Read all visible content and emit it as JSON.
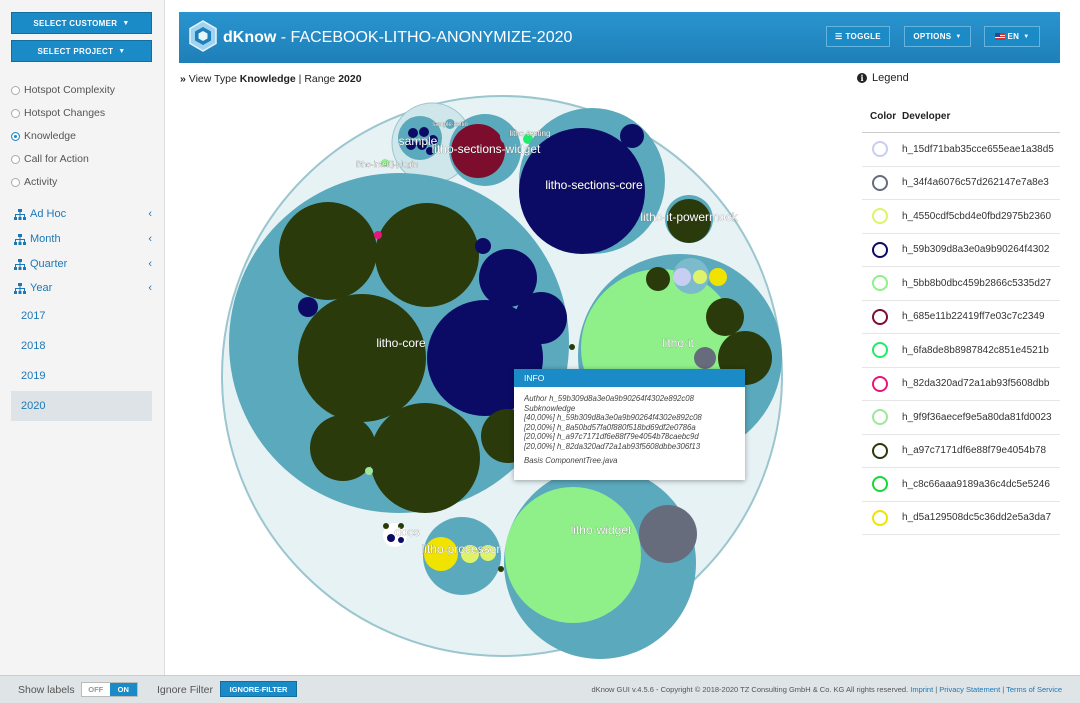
{
  "sidebar": {
    "select_customer": "SELECT CUSTOMER",
    "select_project": "SELECT PROJECT",
    "radios": [
      {
        "label": "Hotspot Complexity",
        "checked": false
      },
      {
        "label": "Hotspot Changes",
        "checked": false
      },
      {
        "label": "Knowledge",
        "checked": true
      },
      {
        "label": "Call for Action",
        "checked": false
      },
      {
        "label": "Activity",
        "checked": false
      }
    ],
    "nav": [
      {
        "label": "Ad Hoc"
      },
      {
        "label": "Month"
      },
      {
        "label": "Quarter"
      },
      {
        "label": "Year"
      }
    ],
    "years": [
      "2017",
      "2018",
      "2019",
      "2020"
    ],
    "active_year": "2020"
  },
  "header": {
    "brand": "dKnow",
    "project": " - FACEBOOK-LITHO-ANONYMIZE-2020",
    "toggle": "TOGGLE",
    "options": "OPTIONS",
    "language": "EN"
  },
  "view": {
    "prefix": "View Type ",
    "type": "Knowledge",
    "separator": " | Range ",
    "range": "2020"
  },
  "bubbles": {
    "labels": {
      "sample": "sample",
      "sections_widget": "litho-sections-widget",
      "sections_core": "litho-sections-core",
      "it_powermock": "litho-it-powermock",
      "intellij_plugin": "litho-intellij-plugin",
      "sample_kotlin": "sample-kotlin",
      "testing": "litho-testing",
      "core": "litho-core",
      "it": "litho-it",
      "widget": "litho-widget",
      "docs": "docs",
      "processor": "litho-processor"
    }
  },
  "info": {
    "title": "INFO",
    "author": "Author h_59b309d8a3e0a9b90264f4302e892c08",
    "subknowledge": "Subknowledge",
    "lines": [
      "[40,00%] h_59b309d8a3e0a9b90264f4302e892c08",
      "[20,00%] h_8a50bd57fa0f880f518bd69df2e0786a",
      "[20,00%] h_a97c7171df6e88f79e4054b78caebc9d",
      "[20,00%] h_82da320ad72a1ab93f5608dbbe306f13"
    ],
    "file": "Basis ComponentTree.java"
  },
  "legend": {
    "title": "Legend",
    "col_color": "Color",
    "col_developer": "Developer",
    "rows": [
      {
        "color": "#c8cdf2",
        "developer": "h_15df71bab35cce655eae1a38d5"
      },
      {
        "color": "#676c7c",
        "developer": "h_34f4a6076c57d262147e7a8e3"
      },
      {
        "color": "#dff36a",
        "developer": "h_4550cdf5cbd4e0fbd2975b2360"
      },
      {
        "color": "#0b0b66",
        "developer": "h_59b309d8a3e0a9b90264f4302"
      },
      {
        "color": "#8ff08a",
        "developer": "h_5bb8b0dbc459b2866c5335d27"
      },
      {
        "color": "#7d0d2c",
        "developer": "h_685e11b22419ff7e03c7c2349"
      },
      {
        "color": "#22ea6a",
        "developer": "h_6fa8de8b8987842c851e4521b"
      },
      {
        "color": "#e8157d",
        "developer": "h_82da320ad72a1ab93f5608dbb"
      },
      {
        "color": "#9ee69a",
        "developer": "h_9f9f36aecef9e5a80da81fd0023"
      },
      {
        "color": "#2a3a0a",
        "developer": "h_a97c7171df6e88f79e4054b78"
      },
      {
        "color": "#17d935",
        "developer": "h_c8c66aaa9189a36c4dc5e5246"
      },
      {
        "color": "#f0e300",
        "developer": "h_d5a129508dc5c36dd2e5a3da7"
      }
    ]
  },
  "footer": {
    "show_labels": "Show labels",
    "off": "OFF",
    "on": "ON",
    "ignore_filter": "Ignore Filter",
    "ignore_button": "IGNORE-FILTER",
    "copyright": "dKnow GUI v.4.5.6 - Copyright © 2018-2020 TZ Consulting GmbH & Co. KG All rights reserved.",
    "imprint": "Imprint",
    "privacy": "Privacy Statement",
    "terms": "Terms of Service"
  }
}
